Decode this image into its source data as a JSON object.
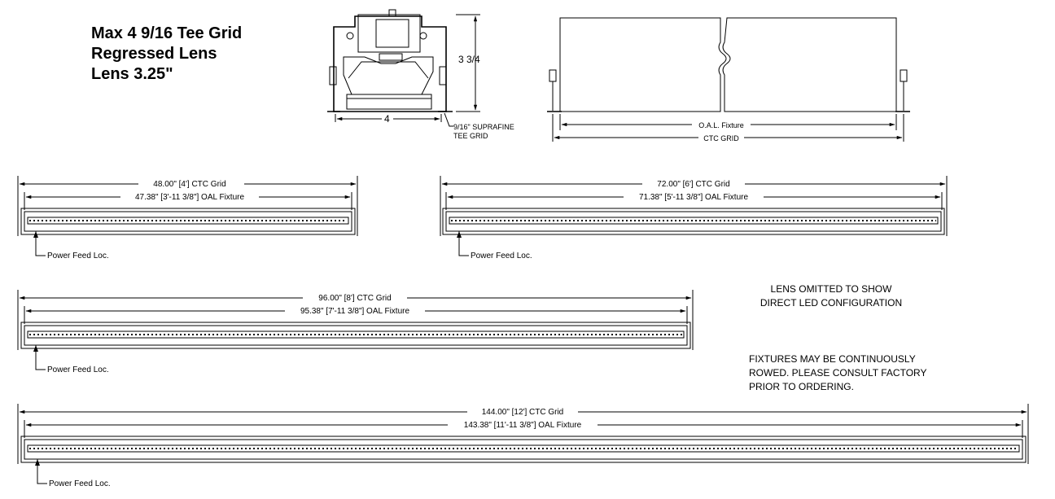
{
  "title": {
    "line1": "Max 4  9/16 Tee Grid",
    "line2": "Regressed Lens",
    "line3": "Lens 3.25\""
  },
  "section_view": {
    "height_label": "3 3/4",
    "width_label": "4",
    "grid_note_line1": "9/16\" SUPRAFINE",
    "grid_note_line2": "TEE GRID"
  },
  "side_view": {
    "oal_label": "O.A.L. Fixture",
    "ctc_label": "CTC GRID"
  },
  "fixtures": [
    {
      "ctc_label": "48.00\" [4'] CTC Grid",
      "oal_label": "47.38\" [3'-11 3/8\"] OAL Fixture",
      "feed_label": "Power Feed Loc."
    },
    {
      "ctc_label": "72.00\" [6'] CTC Grid",
      "oal_label": "71.38\" [5'-11 3/8\"] OAL Fixture",
      "feed_label": "Power Feed Loc."
    },
    {
      "ctc_label": "96.00\" [8'] CTC Grid",
      "oal_label": "95.38\" [7'-11 3/8\"] OAL Fixture",
      "feed_label": "Power Feed Loc."
    },
    {
      "ctc_label": "144.00\" [12'] CTC Grid",
      "oal_label": "143.38\" [11'-11 3/8\"] OAL Fixture",
      "feed_label": "Power Feed Loc."
    }
  ],
  "notes": {
    "lens_line1": "LENS OMITTED TO SHOW",
    "lens_line2": "DIRECT LED CONFIGURATION",
    "rows_line1": "FIXTURES MAY BE CONTINUOUSLY",
    "rows_line2": "ROWED. PLEASE CONSULT FACTORY",
    "rows_line3": "PRIOR TO ORDERING."
  }
}
